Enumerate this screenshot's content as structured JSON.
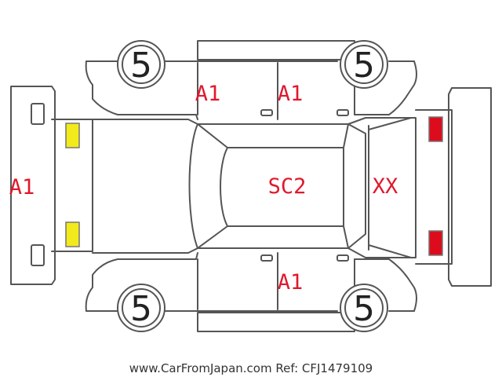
{
  "colors": {
    "outline": "#555555",
    "damage_code": "#e0182d",
    "yellow_marker": "#f2ea1b",
    "red_marker": "#dd0c1c"
  },
  "tires": {
    "front_left": "5",
    "front_right": "5",
    "rear_left": "5",
    "rear_right": "5"
  },
  "codes": {
    "front_bumper": "A1",
    "front_left_door": "A1",
    "rear_left_door": "A1",
    "rear_right_door": "A1",
    "roof": "SC2",
    "rear_window": "XX"
  },
  "markers": {
    "front_lights": "yellow",
    "rear_lights": "red"
  },
  "footer": "www.CarFromJapan.com Ref: CFJ1479109"
}
